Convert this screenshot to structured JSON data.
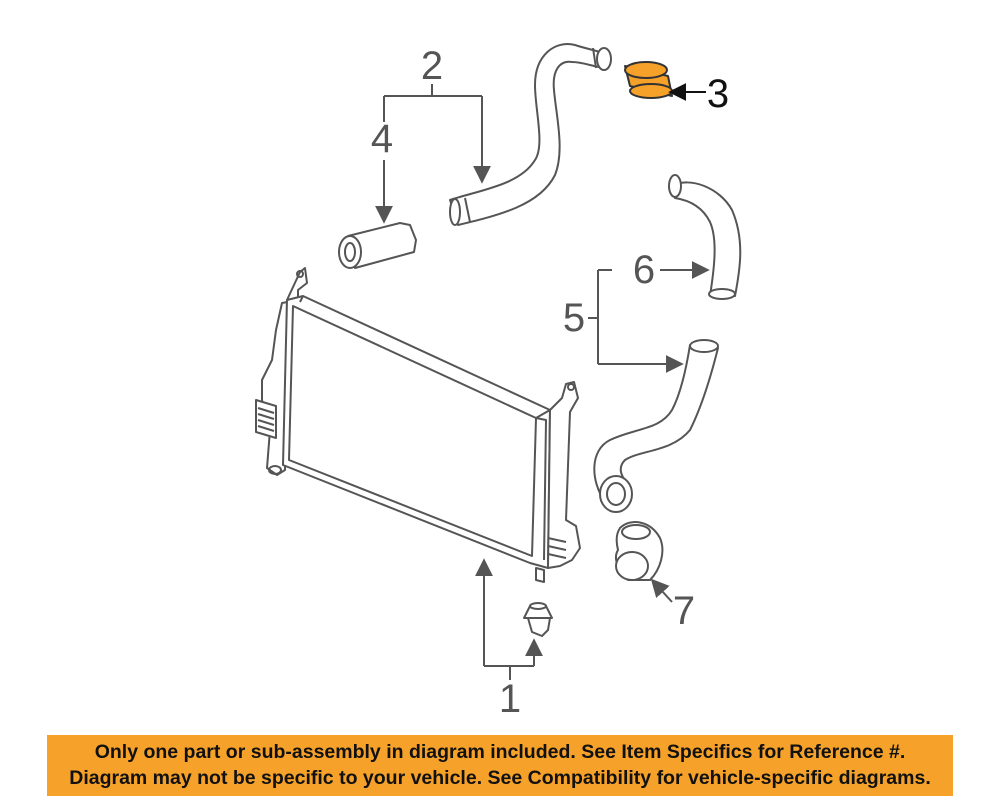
{
  "callouts": {
    "c1": "1",
    "c2": "2",
    "c3": "3",
    "c4": "4",
    "c5": "5",
    "c6": "6",
    "c7": "7"
  },
  "notice": {
    "line1": "Only one part or sub-assembly in diagram included. See Item Specifics for Reference #.",
    "line2": "Diagram may not be specific to your vehicle. See Compatibility for vehicle-specific diagrams."
  },
  "colors": {
    "highlight_part": "#f5a12a",
    "notice_background": "#f5a12a",
    "line_art": "#555555"
  }
}
